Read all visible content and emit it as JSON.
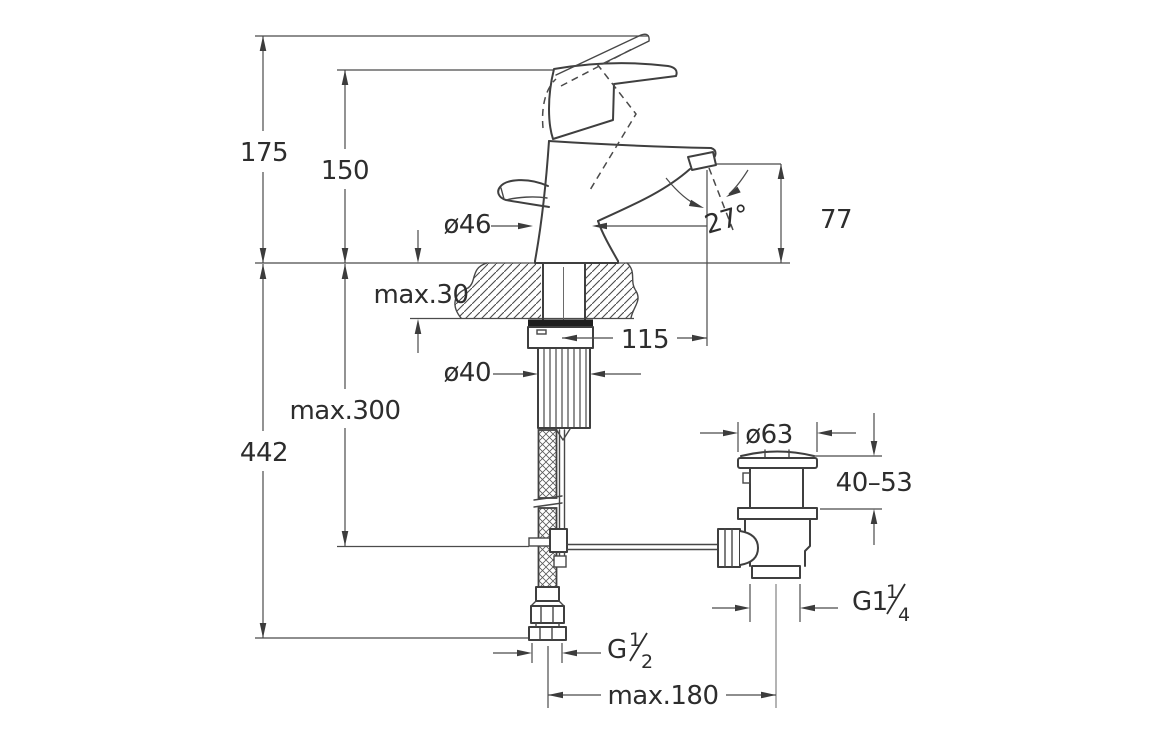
{
  "page": {
    "background": "#ffffff"
  },
  "drawing": {
    "kind": "technical-dimension-drawing",
    "subject": "single-lever basin mixer with pop-up waste, side view",
    "line_color": "#3f3f3f",
    "dimension_color": "#4b4b4b",
    "text_color": "#2d2d2d"
  },
  "dimensions": {
    "total_height": {
      "label": "175"
    },
    "handle_height": {
      "label": "150"
    },
    "body_diameter": {
      "label": "ø46"
    },
    "spout_angle": {
      "label": "27°"
    },
    "spout_height": {
      "label": "77"
    },
    "deck_thickness": {
      "label": "max.30"
    },
    "spout_reach": {
      "label": "115"
    },
    "shank_diameter": {
      "label": "ø40"
    },
    "below_deck_clearance": {
      "label": "max.300"
    },
    "total_depth": {
      "label": "442"
    },
    "waste_flange_diameter": {
      "label": "ø63"
    },
    "clamping_range": {
      "label": "40–53"
    },
    "waste_thread": {
      "label": "G1¼",
      "base": "G1",
      "numerator": "1",
      "denominator": "4"
    },
    "supply_thread": {
      "label": "G½",
      "base": "G",
      "numerator": "1",
      "denominator": "2"
    },
    "drain_offset": {
      "label": "max.180"
    }
  }
}
